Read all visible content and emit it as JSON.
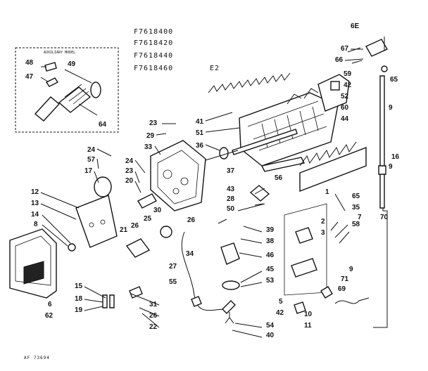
{
  "header": {
    "model_numbers": [
      "F7618400",
      "F7618420",
      "F7618440",
      "F7618460"
    ],
    "code": "E2",
    "corner": "6E",
    "inset_title": "AUXILIARY MODEL",
    "footer_code": "AF 73694"
  },
  "callouts": [
    {
      "id": "c48",
      "text": "48"
    },
    {
      "id": "c47",
      "text": "47"
    },
    {
      "id": "c49",
      "text": "49"
    },
    {
      "id": "c64",
      "text": "64"
    },
    {
      "id": "c23a",
      "text": "23"
    },
    {
      "id": "c29",
      "text": "29"
    },
    {
      "id": "c33",
      "text": "33"
    },
    {
      "id": "c41",
      "text": "41"
    },
    {
      "id": "c51",
      "text": "51"
    },
    {
      "id": "c36",
      "text": "36"
    },
    {
      "id": "c37",
      "text": "37"
    },
    {
      "id": "c24a",
      "text": "24"
    },
    {
      "id": "c57",
      "text": "57"
    },
    {
      "id": "c17",
      "text": "17"
    },
    {
      "id": "c24b",
      "text": "24"
    },
    {
      "id": "c23b",
      "text": "23"
    },
    {
      "id": "c20",
      "text": "20"
    },
    {
      "id": "c12",
      "text": "12"
    },
    {
      "id": "c13",
      "text": "13"
    },
    {
      "id": "c14",
      "text": "14"
    },
    {
      "id": "c8",
      "text": "8"
    },
    {
      "id": "c21",
      "text": "21"
    },
    {
      "id": "c26a",
      "text": "26"
    },
    {
      "id": "c25",
      "text": "25"
    },
    {
      "id": "c30",
      "text": "30"
    },
    {
      "id": "c26b",
      "text": "26"
    },
    {
      "id": "c34",
      "text": "34"
    },
    {
      "id": "c43",
      "text": "43"
    },
    {
      "id": "c28",
      "text": "28"
    },
    {
      "id": "c50",
      "text": "50"
    },
    {
      "id": "c56",
      "text": "56"
    },
    {
      "id": "c39",
      "text": "39"
    },
    {
      "id": "c38",
      "text": "38"
    },
    {
      "id": "c46",
      "text": "46"
    },
    {
      "id": "c45",
      "text": "45"
    },
    {
      "id": "c53",
      "text": "53"
    },
    {
      "id": "c27",
      "text": "27"
    },
    {
      "id": "c55",
      "text": "55"
    },
    {
      "id": "c15",
      "text": "15"
    },
    {
      "id": "c18",
      "text": "18"
    },
    {
      "id": "c19",
      "text": "19"
    },
    {
      "id": "c31",
      "text": "31"
    },
    {
      "id": "c26c",
      "text": "26"
    },
    {
      "id": "c22",
      "text": "22"
    },
    {
      "id": "c6",
      "text": "6"
    },
    {
      "id": "c62",
      "text": "62"
    },
    {
      "id": "c54",
      "text": "54"
    },
    {
      "id": "c40",
      "text": "40"
    },
    {
      "id": "c5",
      "text": "5"
    },
    {
      "id": "c42",
      "text": "42"
    },
    {
      "id": "c10",
      "text": "10"
    },
    {
      "id": "c11",
      "text": "11"
    },
    {
      "id": "c2",
      "text": "2"
    },
    {
      "id": "c3",
      "text": "3"
    },
    {
      "id": "c1",
      "text": "1"
    },
    {
      "id": "c65a",
      "text": "65"
    },
    {
      "id": "c35",
      "text": "35"
    },
    {
      "id": "c7",
      "text": "7"
    },
    {
      "id": "c58",
      "text": "58"
    },
    {
      "id": "c9a",
      "text": "9"
    },
    {
      "id": "c71",
      "text": "71"
    },
    {
      "id": "c69",
      "text": "69"
    },
    {
      "id": "c67",
      "text": "67"
    },
    {
      "id": "c66",
      "text": "66"
    },
    {
      "id": "c59",
      "text": "59"
    },
    {
      "id": "c42b",
      "text": "42"
    },
    {
      "id": "c65b",
      "text": "65"
    },
    {
      "id": "c52",
      "text": "52"
    },
    {
      "id": "c60",
      "text": "60"
    },
    {
      "id": "c44",
      "text": "44"
    },
    {
      "id": "c9b",
      "text": "9"
    },
    {
      "id": "c16",
      "text": "16"
    },
    {
      "id": "c9c",
      "text": "9"
    },
    {
      "id": "c70",
      "text": "70"
    }
  ]
}
